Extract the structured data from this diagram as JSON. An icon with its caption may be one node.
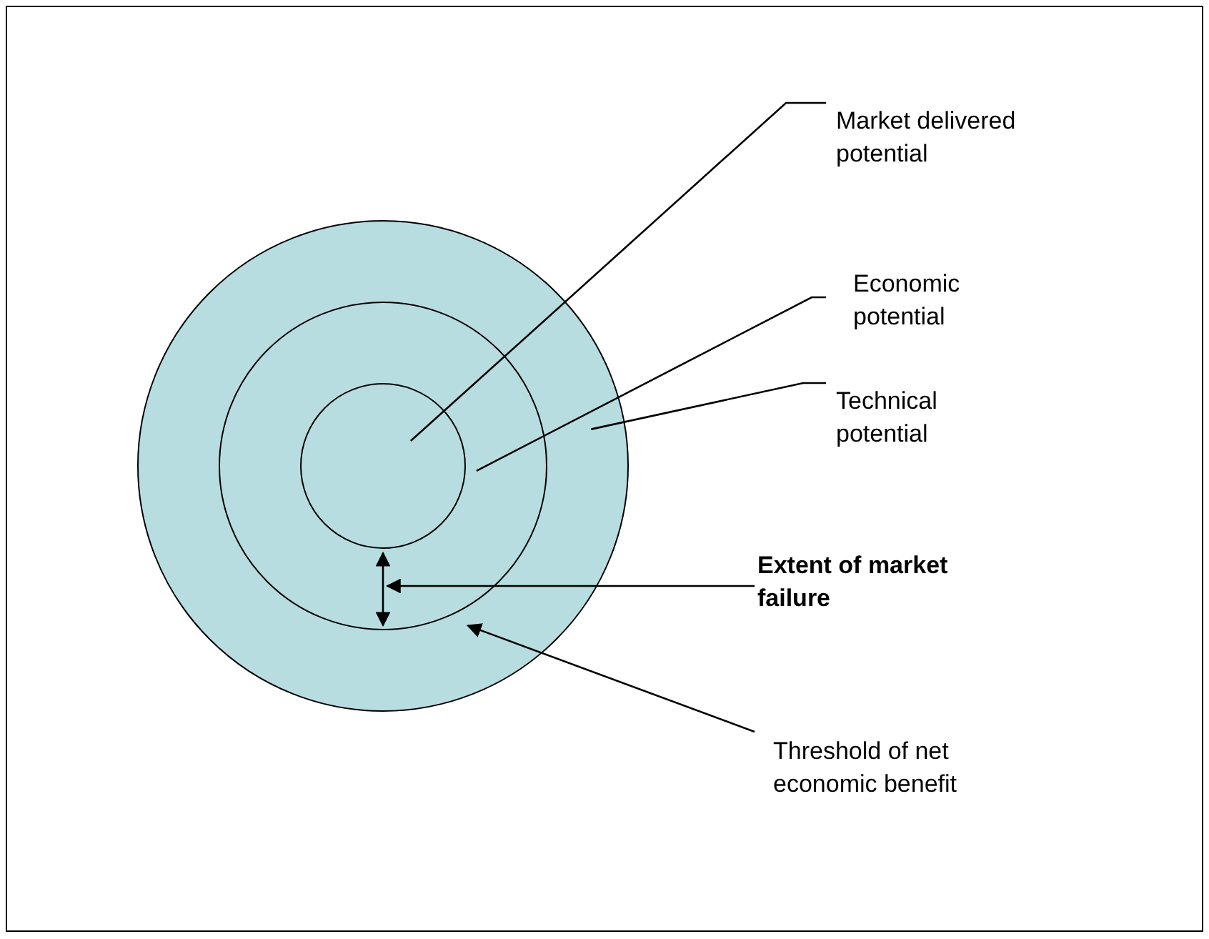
{
  "diagram": {
    "nodes": [
      {
        "text": [],
        "shape": "circle"
      },
      {
        "text": [],
        "shape": "circle",
        "in": 0
      },
      {
        "text": [],
        "shape": "circle",
        "in": 1
      },
      {
        "text": [
          "Market delivered potential"
        ]
      },
      {
        "text": [
          "Economic potential"
        ]
      },
      {
        "text": [
          "Technical potential"
        ]
      },
      {
        "text": [
          "Extent of market failure"
        ]
      },
      {
        "text": [
          "Threshold of net economic benefit"
        ]
      }
    ],
    "edges": [
      {
        "from": 3,
        "to": 2,
        "arrow": "none"
      },
      {
        "from": 4,
        "to": 1,
        "arrow": "none"
      },
      {
        "from": 5,
        "to": 0,
        "arrow": "none"
      },
      {
        "from": 6,
        "to": null,
        "arrow": "to"
      },
      {
        "from": 7,
        "to": 1,
        "arrow": "to"
      },
      {
        "from": 2,
        "to": 1,
        "arrow": "both"
      }
    ]
  }
}
